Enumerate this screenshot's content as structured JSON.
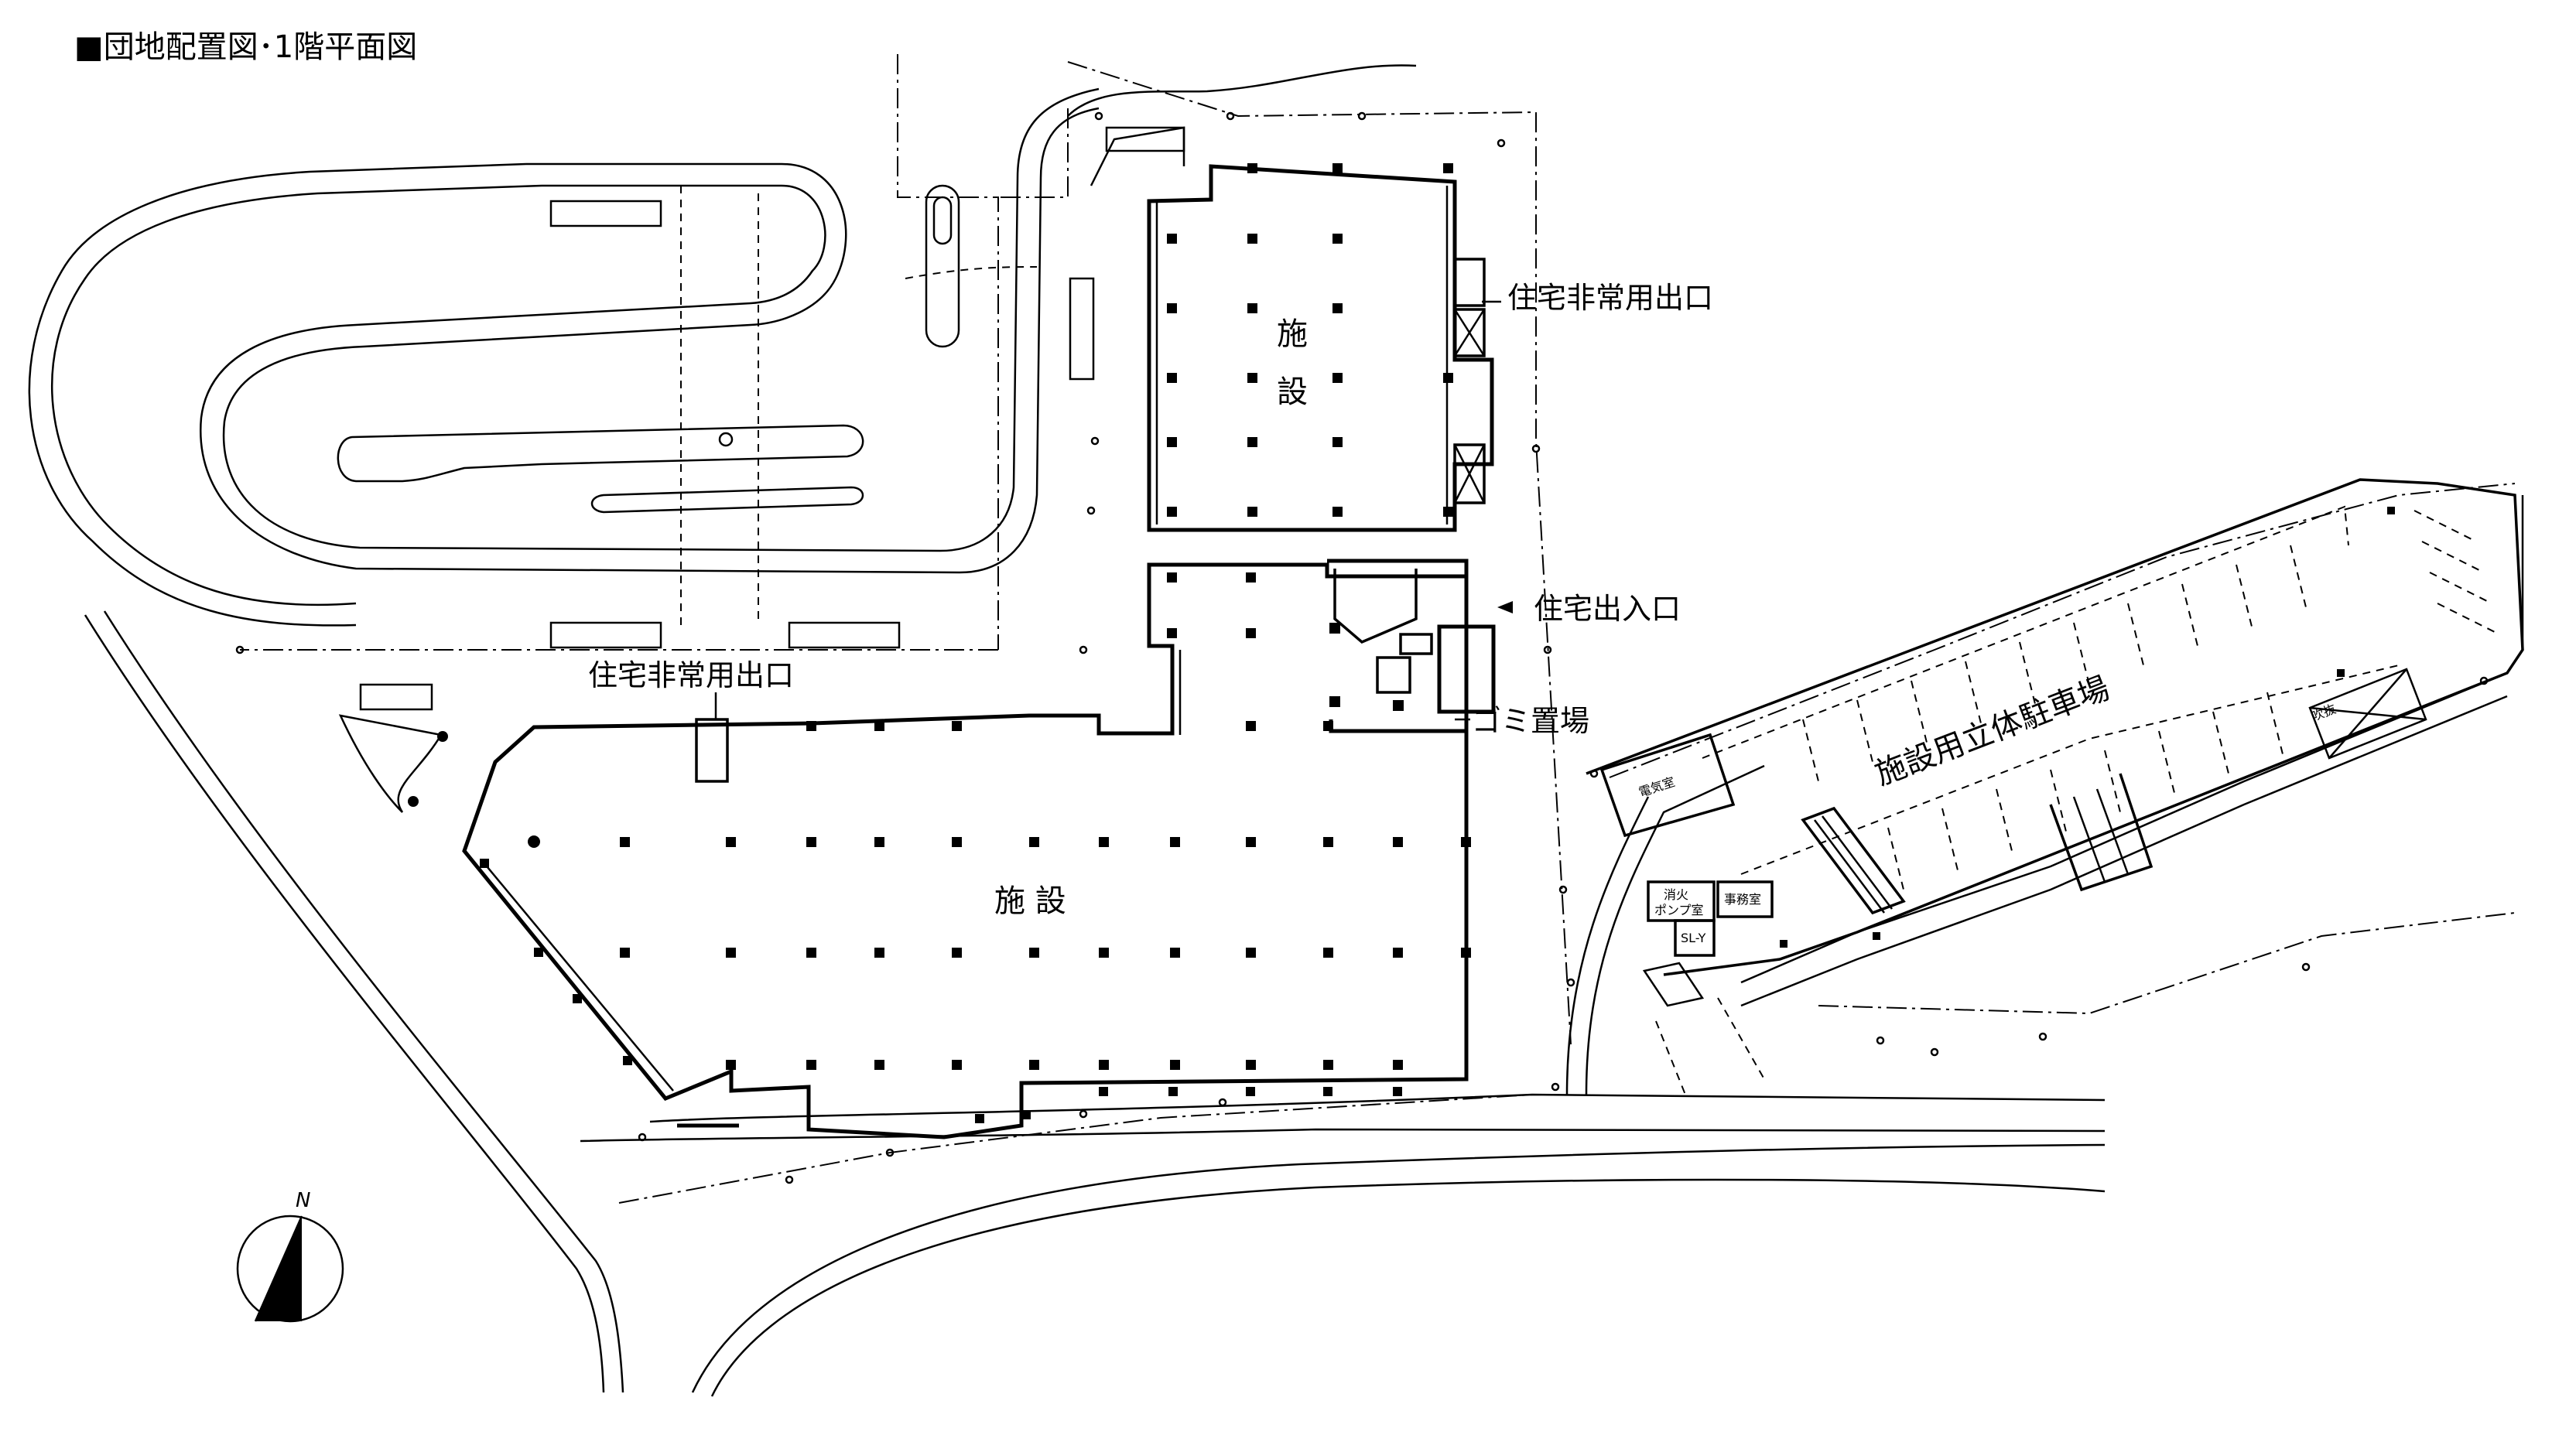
{
  "title": "■団地配置図･1階平面図",
  "labels": {
    "facility_north_line1": "施",
    "facility_north_line2": "設",
    "facility_south": "施 設",
    "residential_emergency_exit_east": "住宅非常用出口",
    "residential_emergency_exit_south": "住宅非常用出口",
    "residential_entrance": "住宅出入口",
    "garbage_area": "ゴミ置場",
    "parking_structure": "施設用立体駐車場"
  },
  "room_labels": {
    "electrical_room": "電気室",
    "fire_pump_room_line1": "消火",
    "fire_pump_room_line2": "ポンプ室",
    "elevator": "SL-Y",
    "office": "事務室",
    "atrium": "吹抜"
  },
  "north_arrow": {
    "letter": "N"
  },
  "colors": {
    "line": "#000000",
    "background": "#ffffff"
  }
}
